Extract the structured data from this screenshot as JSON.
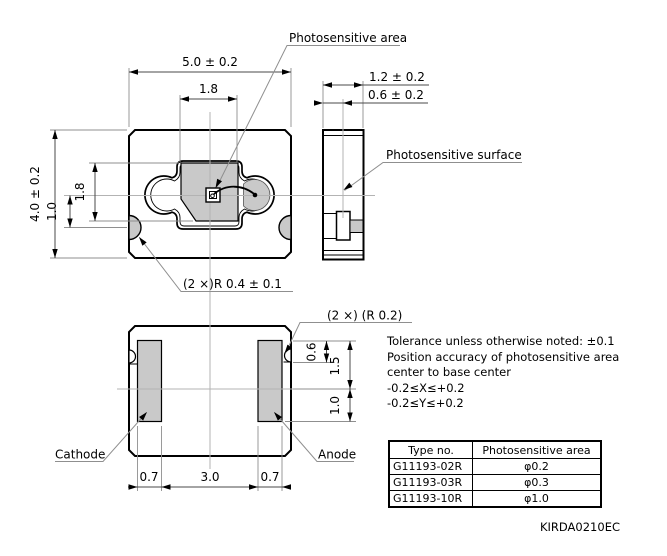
{
  "labels": {
    "photosensitive_area": "Photosensitive area",
    "photosensitive_surface": "Photosensitive surface",
    "cathode": "Cathode",
    "anode": "Anode",
    "top_view_notch": "(2 ×)R 0.4 ± 0.1",
    "bottom_view_notch": "(2 ×) (R 0.2)"
  },
  "dims": {
    "pkg_width": "5.0 ± 0.2",
    "die_width": "1.8",
    "pkg_height": "4.0 ± 0.2",
    "die_height": "1.8",
    "notch_offset": "1.0",
    "side_thickness": "1.2 ± 0.2",
    "surface_depth": "0.6 ± 0.2",
    "pad_left_width": "0.7",
    "pad_spacing": "3.0",
    "pad_right_width": "0.7",
    "pad_notch_depth": "0.6",
    "pad_upper_half": "1.5",
    "pad_lower_half": "1.0"
  },
  "notes": {
    "lines": [
      "Tolerance unless otherwise noted: ±0.1",
      "Position accuracy of photosensitive area",
      "center to base center",
      "-0.2≤X≤+0.2",
      "-0.2≤Y≤+0.2"
    ]
  },
  "table": {
    "headers": [
      "Type no.",
      "Photosensitive area"
    ],
    "rows": [
      [
        "G11193-02R",
        "φ0.2"
      ],
      [
        "G11193-03R",
        "φ0.3"
      ],
      [
        "G11193-10R",
        "φ1.0"
      ]
    ]
  },
  "doc_code": "KIRDA0210EC",
  "colors": {
    "metal_fill": "#c9c9c9",
    "outline": "#000000",
    "thin_line": "#8f8f8f",
    "centerline": "#b3b3b3",
    "background": "#ffffff"
  }
}
